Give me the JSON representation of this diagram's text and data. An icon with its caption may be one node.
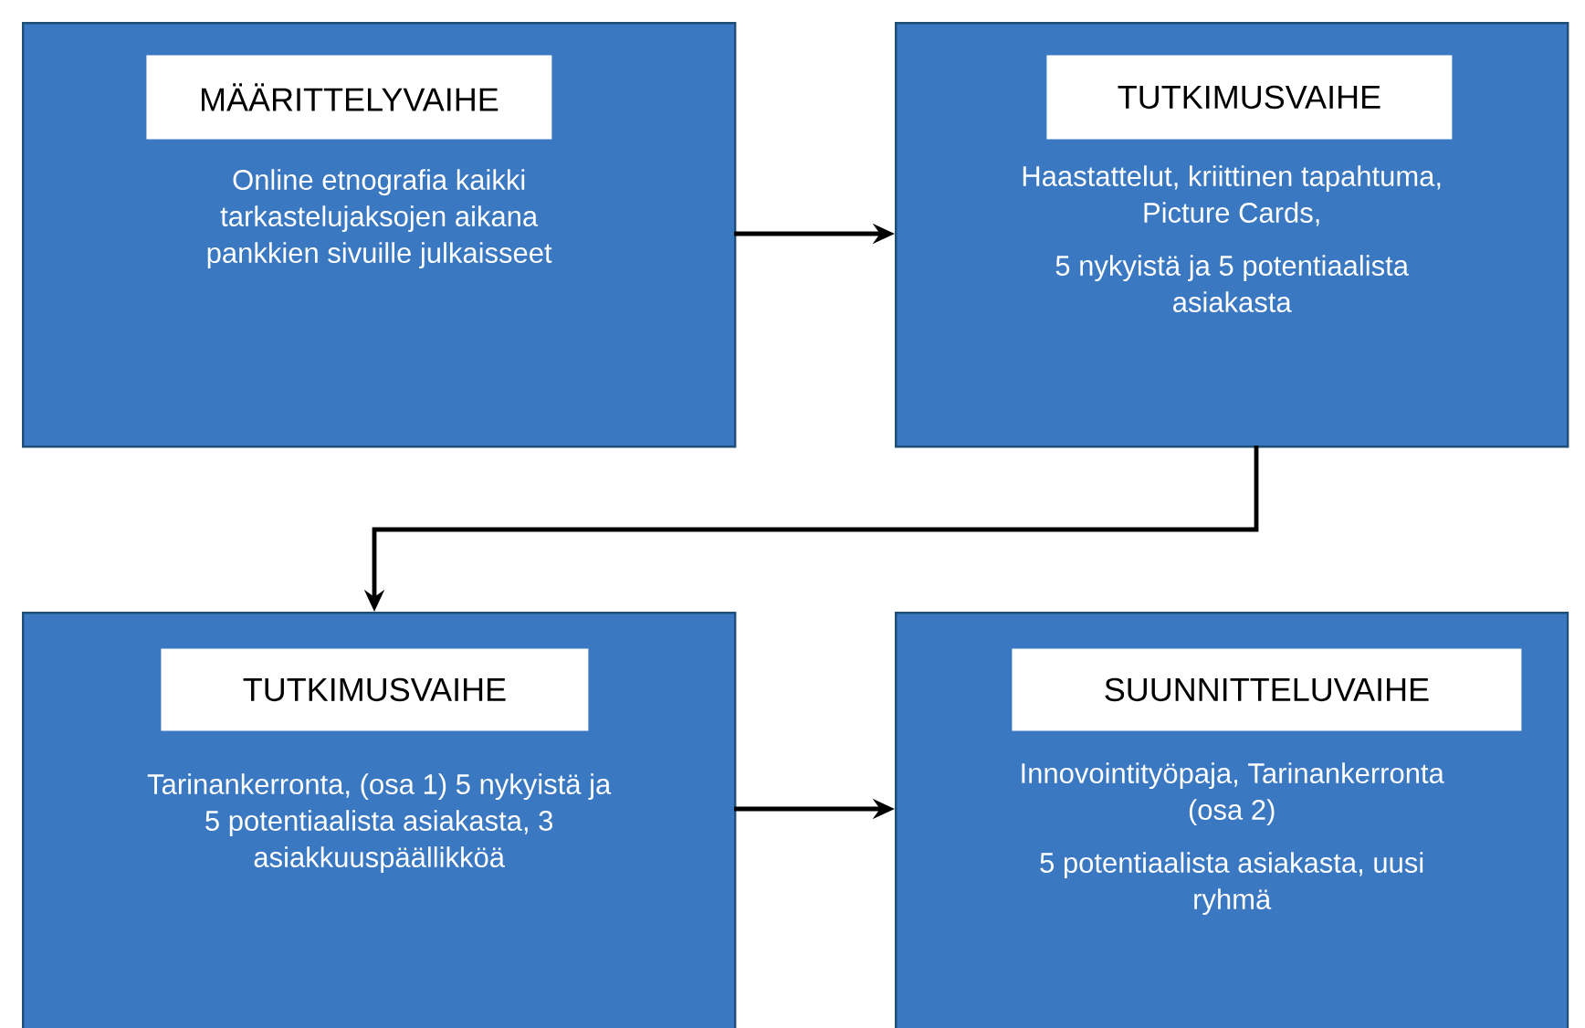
{
  "diagram": {
    "nodes": [
      {
        "text": [
          "Online etnografia kaikki tarkastelujaksojen aikana pankkien sivuille julkaisseet"
        ]
      },
      {
        "text": [
          "MÄÄRITTELYVAIHE"
        ],
        "in": 0
      },
      {
        "text": [
          "Haastattelut, kriittinen tapahtuma, Picture Cards,",
          "5 nykyistä ja 5 potentiaalista asiakasta"
        ]
      },
      {
        "text": [
          "TUTKIMUSVAIHE"
        ],
        "in": 2
      },
      {
        "text": [
          "Tarinankerronta, (osa 1) 5 nykyistä ja 5 potentiaalista asiakasta, 3 asiakkuuspäällikköä"
        ]
      },
      {
        "text": [
          "TUTKIMUSVAIHE"
        ],
        "in": 4
      },
      {
        "text": [
          "Innovointityöpaja, Tarinankerronta (osa 2)",
          "5 potentiaalista asiakasta, uusi ryhmä"
        ]
      },
      {
        "text": [
          "SUUNNITTELUVAIHE"
        ],
        "in": 6
      }
    ],
    "edges": [
      {
        "from": 0,
        "to": 2,
        "arrow": "to"
      },
      {
        "from": 2,
        "to": 4,
        "arrow": "to"
      },
      {
        "from": 4,
        "to": 6,
        "arrow": "to"
      }
    ]
  }
}
